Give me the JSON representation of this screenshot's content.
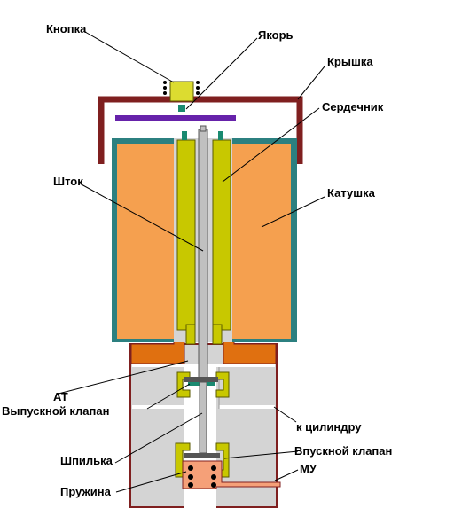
{
  "labels": {
    "knopka": "Кнопка",
    "yakor": "Якорь",
    "kryshka": "Крышка",
    "serdechnik": "Сердечник",
    "shtok": "Шток",
    "katushka": "Катушка",
    "at": "АТ",
    "vypusknoy": "Выпускной клапан",
    "k_cilindru": "к цилиндру",
    "shpilka": "Шпилька",
    "vpusknoy": "Впускной клапан",
    "mu": "МУ",
    "pruzhina": "Пружина"
  },
  "colors": {
    "cover": "#7f1f1f",
    "coil": "#f5a04f",
    "coil_border": "#2c8080",
    "core": "#c8c800",
    "core_dark": "#5a5a00",
    "armature": "#6622aa",
    "button": "#dcdc30",
    "rod": "#c0c0c0",
    "body": "#d4d4d4",
    "body_border": "#7f1f1f",
    "orange_base": "#e07010",
    "mu": "#f5a078",
    "green_valve": "#1a8a70"
  }
}
